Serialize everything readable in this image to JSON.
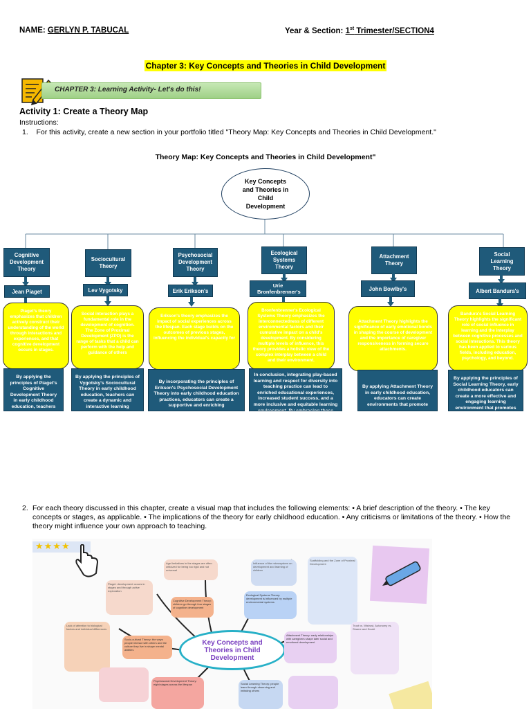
{
  "header": {
    "name_label": "NAME:",
    "name_value": "GERLYN P. TABUCAL",
    "year_label": "Year & Section:",
    "year_value_num": "1",
    "year_value_sup": "st",
    "year_value_rest": " Trimester/SECTION4"
  },
  "chapter_title": "Chapter 3: Key Concepts and Theories in Child Development",
  "banner": "CHAPTER 3: Learning Activity- Let's do this!",
  "activity": {
    "title": "Activity 1: Create a Theory Map",
    "instructions": "Instructions:",
    "step1_num": "1.",
    "step1_text": "For this activity, create a new section in your portfolio titled \"Theory Map: Key Concepts and Theories in Child Development.\""
  },
  "theory_map": {
    "title": "Theory Map: Key Concepts and Theories in Child Development\"",
    "center": [
      "Key Concepts",
      "and Theories in",
      "Child",
      "Development"
    ],
    "columns": [
      {
        "theory": [
          "Cognitive",
          "Development",
          "Theory"
        ],
        "theorist": "Jean Piaget",
        "description": "Piaget's theory emphasizes that children actively construct their understanding of the world through interactions and experiences, and that cognitive development occurs in stages.",
        "application": "By applying the principles of Piaget's Cognitive Development Theory in early childhood education, teachers"
      },
      {
        "theory": [
          "Sociocultural",
          "Theory"
        ],
        "theorist": "Lev Vygotsky",
        "description": "Social interaction plays a fundamental role in the development of cognition. The Zone of Proximal Development (ZPD) is the range of tasks that a child can perform with the help and guidance of others",
        "application": "By applying the principles of Vygotsky's Sociocultural Theory in early childhood education, teachers can create a dynamic and interactive learning"
      },
      {
        "theory": [
          "Psychosocial",
          "Development",
          "Theory"
        ],
        "theorist": "Erik Erikson's",
        "description": "Erikson's theory emphasizes the impact of social experiences across the lifespan. Each stage builds on the outcomes of previous stages, influencing the individual's capacity for",
        "application": "By incorporating the principles of Erikson's Psychosocial Development Theory into early childhood education practices, educators can create a supportive and enriching"
      },
      {
        "theory": [
          "Ecological",
          "Systems",
          "Theory"
        ],
        "theorist": "Urie Bronfenbrenner's",
        "description": "Bronfenbrenner's Ecological Systems Theory emphasizes the interconnectedness of different environmental factors and their cumulative impact on a child's development. By considering multiple levels of influence, this theory provides a holistic view of the complex interplay between a child and their environment.",
        "application": "In conclusion, integrating play-based learning and respect for diversity into teaching practice can lead to enriched educational experiences, increased student success, and a more inclusive and equitable learning environment. By embracing these"
      },
      {
        "theory": [
          "Attachment",
          "Theory"
        ],
        "theorist": "John Bowlby's",
        "description": "Attachment Theory highlights the significance of early emotional bonds in shaping the course of development and the importance of caregiver responsiveness in forming secure attachments.",
        "application": "By applying Attachment Theory in early childhood education, educators can create environments that promote"
      },
      {
        "theory": [
          "Social",
          "Learning",
          "Theory"
        ],
        "theorist": "Albert Bandura's",
        "description": "Bandura's Social Learning Theory highlights the significant role of social influence in learning and the interplay between cognitive processes and social interactions. This theory has been applied to various fields, including education, psychology, and beyond.",
        "application": "By applying the principles of Social Learning Theory, early childhood educators can create a more effective and engaging learning environment that promotes"
      }
    ]
  },
  "step2": {
    "num": "2.",
    "text": "For each theory discussed in this chapter, create a visual map that includes the following elements: • A brief description of the theory. • The key concepts or stages, as applicable. • The implications of the theory for early childhood education. • Any criticisms or limitations of the theory. • How the theory might influence your own approach to teaching."
  },
  "mind_map": {
    "center_lines": [
      "Key Concepts and",
      "Theories in Child",
      "Development"
    ],
    "nodes": [
      {
        "t": "Age limitations in the stages are often criticized for being too rigid and not universal"
      },
      {
        "t": "Cognitive Development Theory: children go through four stages of cognitive development"
      },
      {
        "t": "Ecological Systems Theory: development is influenced by multiple environmental systems"
      },
      {
        "t": "Influence of the microsystem on development and learning of children"
      },
      {
        "t": "Piaget: development occurs in stages and through active exploration"
      },
      {
        "t": "Socio-cultural Theory: the ways people interact with others and the culture they live in shape mental abilities"
      },
      {
        "t": "Attachment Theory: early relationships with caregivers shape later social and emotional development"
      },
      {
        "t": "Psychosocial Development Theory: eight stages across the lifespan"
      },
      {
        "t": "Social Learning Theory: people learn through observing and imitating others"
      },
      {
        "t": "Lack of attention to biological factors and individual differences"
      },
      {
        "t": "Scaffolding and the Zone of Proximal Development"
      },
      {
        "t": "Trust vs. Mistrust, Autonomy vs. Shame and Doubt"
      }
    ]
  },
  "colors": {
    "highlight": "#ffff00",
    "theory_box": "#1f5a7a",
    "banner": "#a9d68e"
  }
}
